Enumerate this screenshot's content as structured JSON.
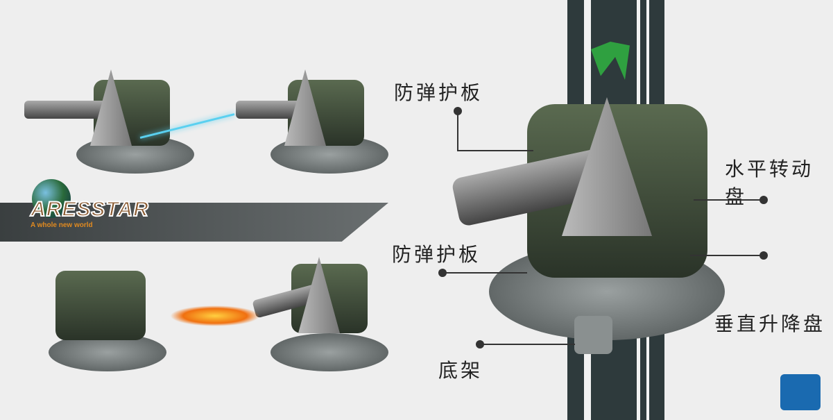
{
  "logo": {
    "title": "ARESSTAR",
    "tagline": "A whole new world"
  },
  "callouts": [
    {
      "label": "防弹护板"
    },
    {
      "label": "水平转动盘"
    },
    {
      "label": "防弹护板"
    },
    {
      "label": "垂直升降盘"
    },
    {
      "label": "底架"
    }
  ],
  "colors": {
    "stripe": "#2e3a3c",
    "emblem": "#2fa040",
    "corner_icon": "#1a6ab0"
  }
}
